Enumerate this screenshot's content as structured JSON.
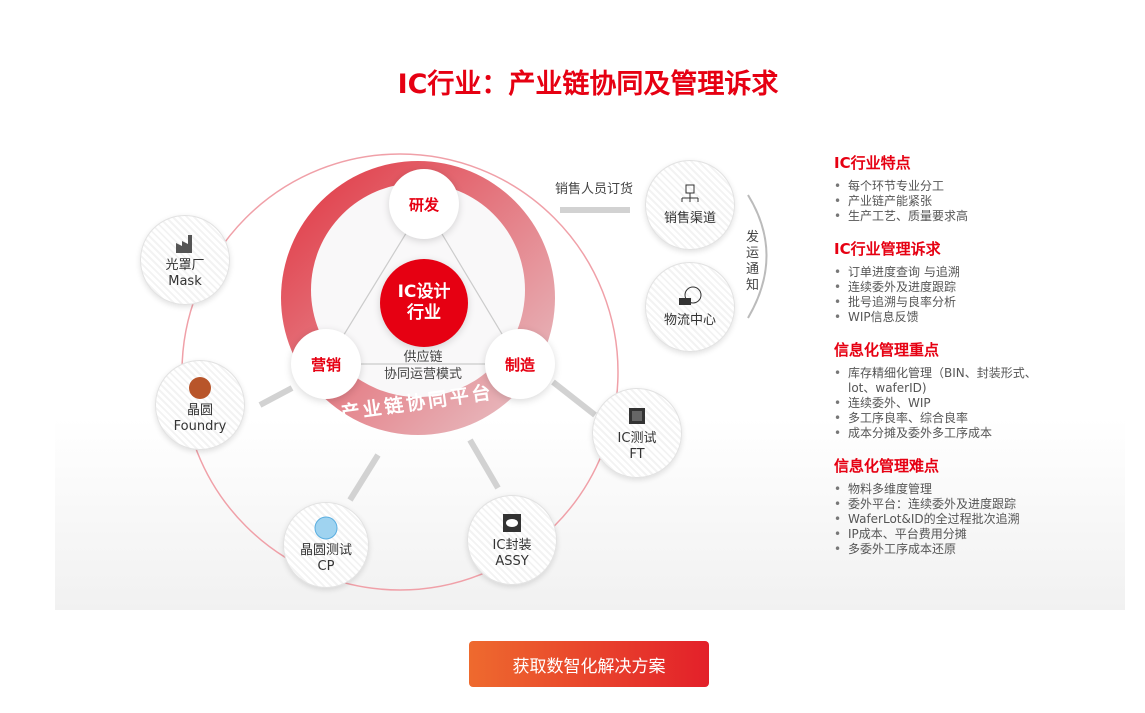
{
  "title": "IC行业：产业链协同及管理诉求",
  "diagram": {
    "center": [
      "IC设计",
      "行业"
    ],
    "inner": {
      "rd": "研发",
      "sales": "营销",
      "mfg": "制造",
      "middle": [
        "供应链",
        "协同运营模式"
      ]
    },
    "ring_label": "产业链协同平台",
    "nodes": {
      "mask": [
        "光罩厂",
        "Mask"
      ],
      "foundry": [
        "晶圆",
        "Foundry"
      ],
      "cp": [
        "晶圆测试",
        "CP"
      ],
      "assy": [
        "IC封装",
        "ASSY"
      ],
      "ft": [
        "IC测试",
        "FT"
      ],
      "channel": [
        "销售渠道"
      ],
      "logistics": [
        "物流中心"
      ]
    },
    "order_label": "销售人员订货",
    "ship_label": "发运通知"
  },
  "sections": [
    {
      "title": "IC行业特点",
      "items": [
        "每个环节专业分工",
        "产业链产能紧张",
        "生产工艺、质量要求高"
      ]
    },
    {
      "title": "IC行业管理诉求",
      "items": [
        "订单进度查询 与追溯",
        "连续委外及进度跟踪",
        "批号追溯与良率分析",
        "WIP信息反馈"
      ]
    },
    {
      "title": "信息化管理重点",
      "items": [
        "库存精细化管理（BIN、封装形式、lot、waferID)",
        "连续委外、WIP",
        "多工序良率、综合良率",
        "成本分摊及委外多工序成本"
      ]
    },
    {
      "title": "信息化管理难点",
      "items": [
        "物料多维度管理",
        "委外平台：连续委外及进度跟踪",
        "WaferLot&ID的全过程批次追溯",
        "IP成本、平台费用分摊",
        "多委外工序成本还原"
      ]
    }
  ],
  "cta": "获取数智化解决方案",
  "colors": {
    "accent": "#e60012"
  }
}
